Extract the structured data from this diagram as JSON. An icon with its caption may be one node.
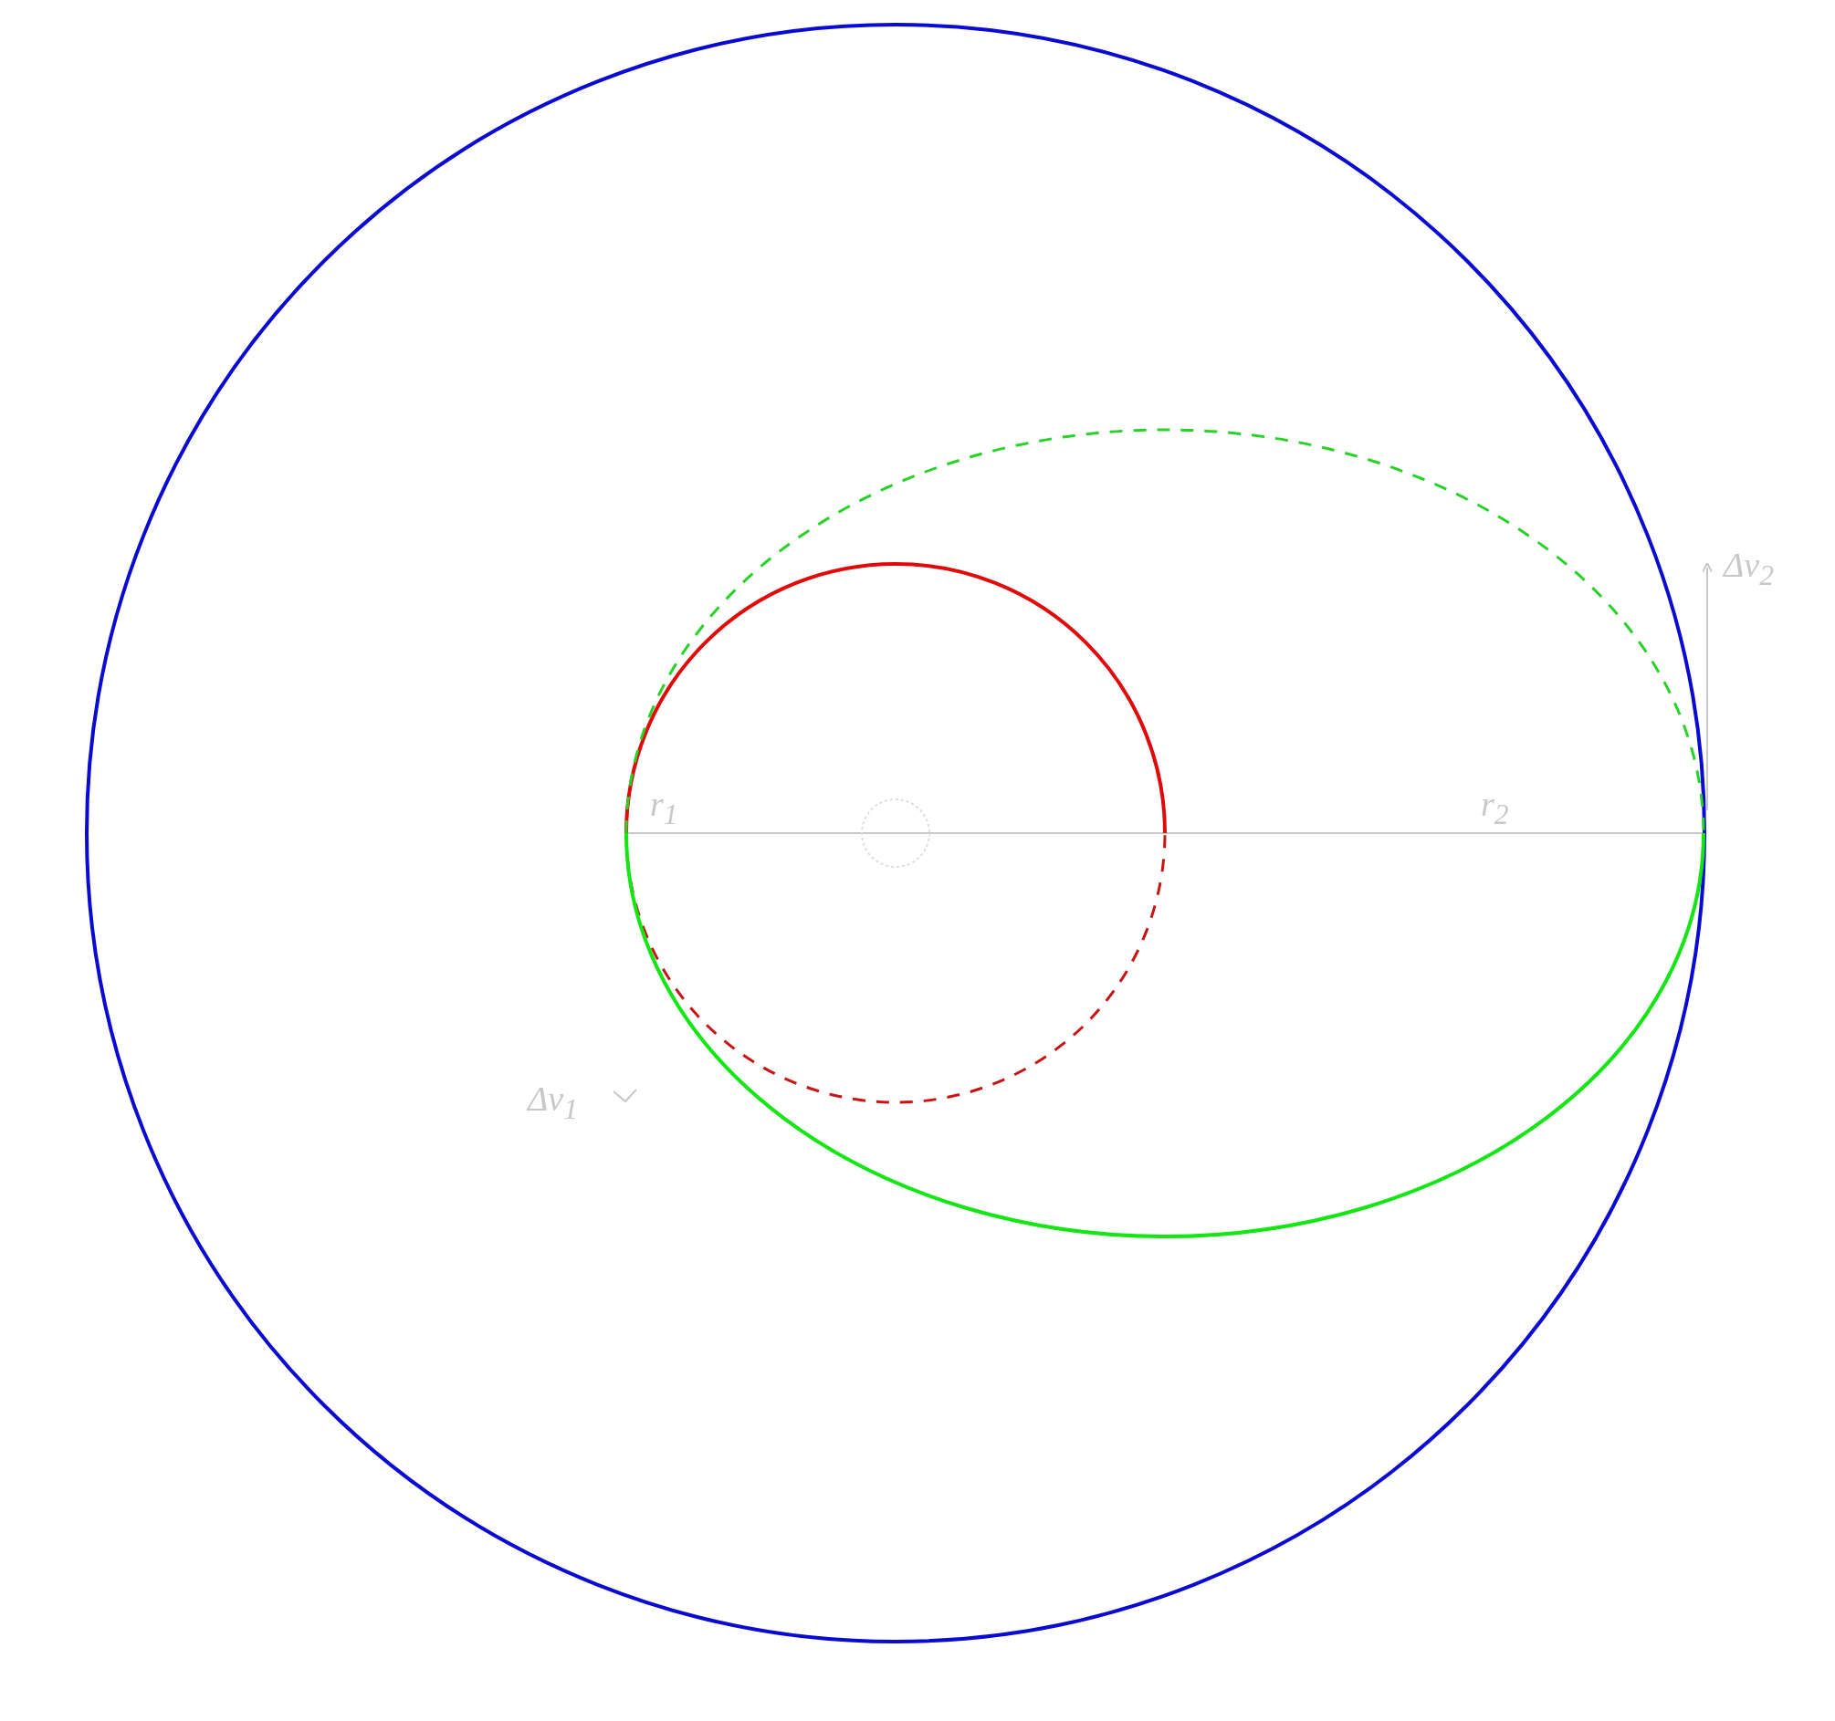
{
  "diagram": {
    "labels": [
      "r$_{1}$",
      "r$_{2}$",
      "Δv$_{2}$",
      "Δv$_{1}$"
    ]
  }
}
